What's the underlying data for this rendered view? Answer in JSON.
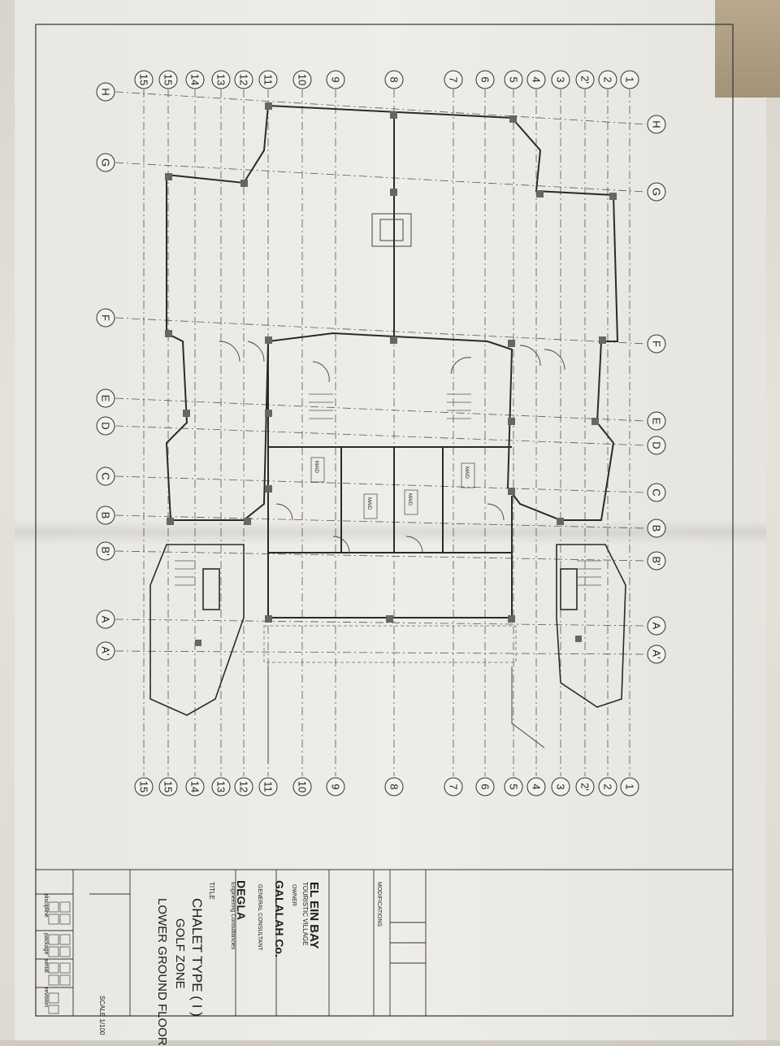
{
  "grid_columns_top": [
    "1",
    "2",
    "2'",
    "3",
    "4",
    "5",
    "6",
    "7",
    "8",
    "9",
    "10",
    "11",
    "12",
    "13",
    "14",
    "15",
    "15"
  ],
  "grid_columns_bottom": [
    "1",
    "2",
    "2'",
    "3",
    "4",
    "5",
    "6",
    "7",
    "8",
    "9",
    "10",
    "11",
    "12",
    "13",
    "14",
    "15",
    "15"
  ],
  "grid_rows_right": [
    "H",
    "G",
    "F",
    "E",
    "D",
    "C",
    "B",
    "B'",
    "A",
    "A'"
  ],
  "grid_rows_left": [
    "H",
    "G",
    "F",
    "E",
    "D",
    "C",
    "B",
    "B'",
    "A",
    "A'"
  ],
  "room_labels": [
    "MAID",
    "MAID",
    "MAID",
    "MAID"
  ],
  "title_block": {
    "modifications": "MODIFICATIONS",
    "project": "EL EIN BAY",
    "project_sub": "TOURISTIC VILLAGE",
    "owner": "OWNER",
    "owner_company": "GALALAH Co.",
    "general_consultant": "GENERAL CONSULTANT",
    "consultant_company": "DEGLA",
    "consultant_sub": "Engineering Consultancies",
    "title_label": "TITLE",
    "drawing_title_1": "CHALET TYPE ( I )",
    "drawing_title_2": "GOLF ZONE",
    "drawing_title_3": "LOWER GROUND FLOOR",
    "scale": "SCALE 1/100",
    "discipline": "discipline",
    "package": "package",
    "serial": "serial",
    "revision": "revision"
  }
}
